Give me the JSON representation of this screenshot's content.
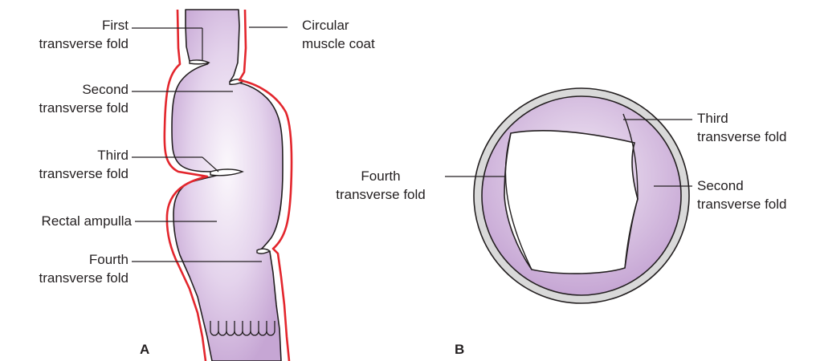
{
  "panels": {
    "a": "A",
    "b": "B"
  },
  "labels_a": {
    "first_fold": [
      "First",
      "transverse fold"
    ],
    "circular_coat": [
      "Circular",
      "muscle coat"
    ],
    "second_fold": [
      "Second",
      "transverse fold"
    ],
    "third_fold": [
      "Third",
      "transverse fold"
    ],
    "rectal_ampulla": "Rectal ampulla",
    "fourth_fold": [
      "Fourth",
      "transverse fold"
    ]
  },
  "labels_b": {
    "third_fold": [
      "Third",
      "transverse fold"
    ],
    "fourth_fold": [
      "Fourth",
      "transverse fold"
    ],
    "second_fold": [
      "Second",
      "transverse fold"
    ]
  },
  "colors": {
    "tissue_light": "#f5f0f8",
    "tissue_dark": "#c9aad7",
    "muscle_coat": "#e3262d",
    "outline": "#231f20",
    "ring": "#d9d9d9"
  }
}
